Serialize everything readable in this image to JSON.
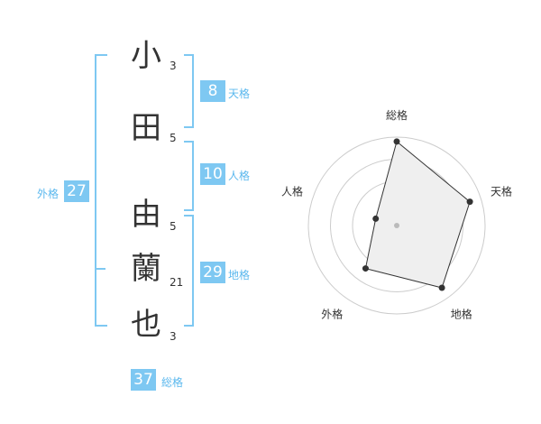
{
  "name_chars": [
    {
      "char": "小",
      "strokes": "3"
    },
    {
      "char": "田",
      "strokes": "5"
    },
    {
      "char": "由",
      "strokes": "5"
    },
    {
      "char": "蘭",
      "strokes": "21"
    },
    {
      "char": "也",
      "strokes": "3"
    }
  ],
  "kakusu": {
    "tenkaku": {
      "value": "8",
      "label": "天格"
    },
    "jinkaku": {
      "value": "10",
      "label": "人格"
    },
    "chikaku": {
      "value": "29",
      "label": "地格"
    },
    "gaikaku": {
      "value": "27",
      "label": "外格"
    },
    "soukaku": {
      "value": "37",
      "label": "総格"
    }
  },
  "radar": {
    "axes": [
      "総格",
      "天格",
      "地格",
      "外格",
      "人格"
    ],
    "levels": 4,
    "values": [
      0.95,
      0.87,
      0.87,
      0.6,
      0.25
    ],
    "fill": "#efefef",
    "stroke": "#333333",
    "ring_color": "#cccccc"
  },
  "colors": {
    "accent": "#7ec8f2",
    "accent_text": "#5bb8ee"
  }
}
